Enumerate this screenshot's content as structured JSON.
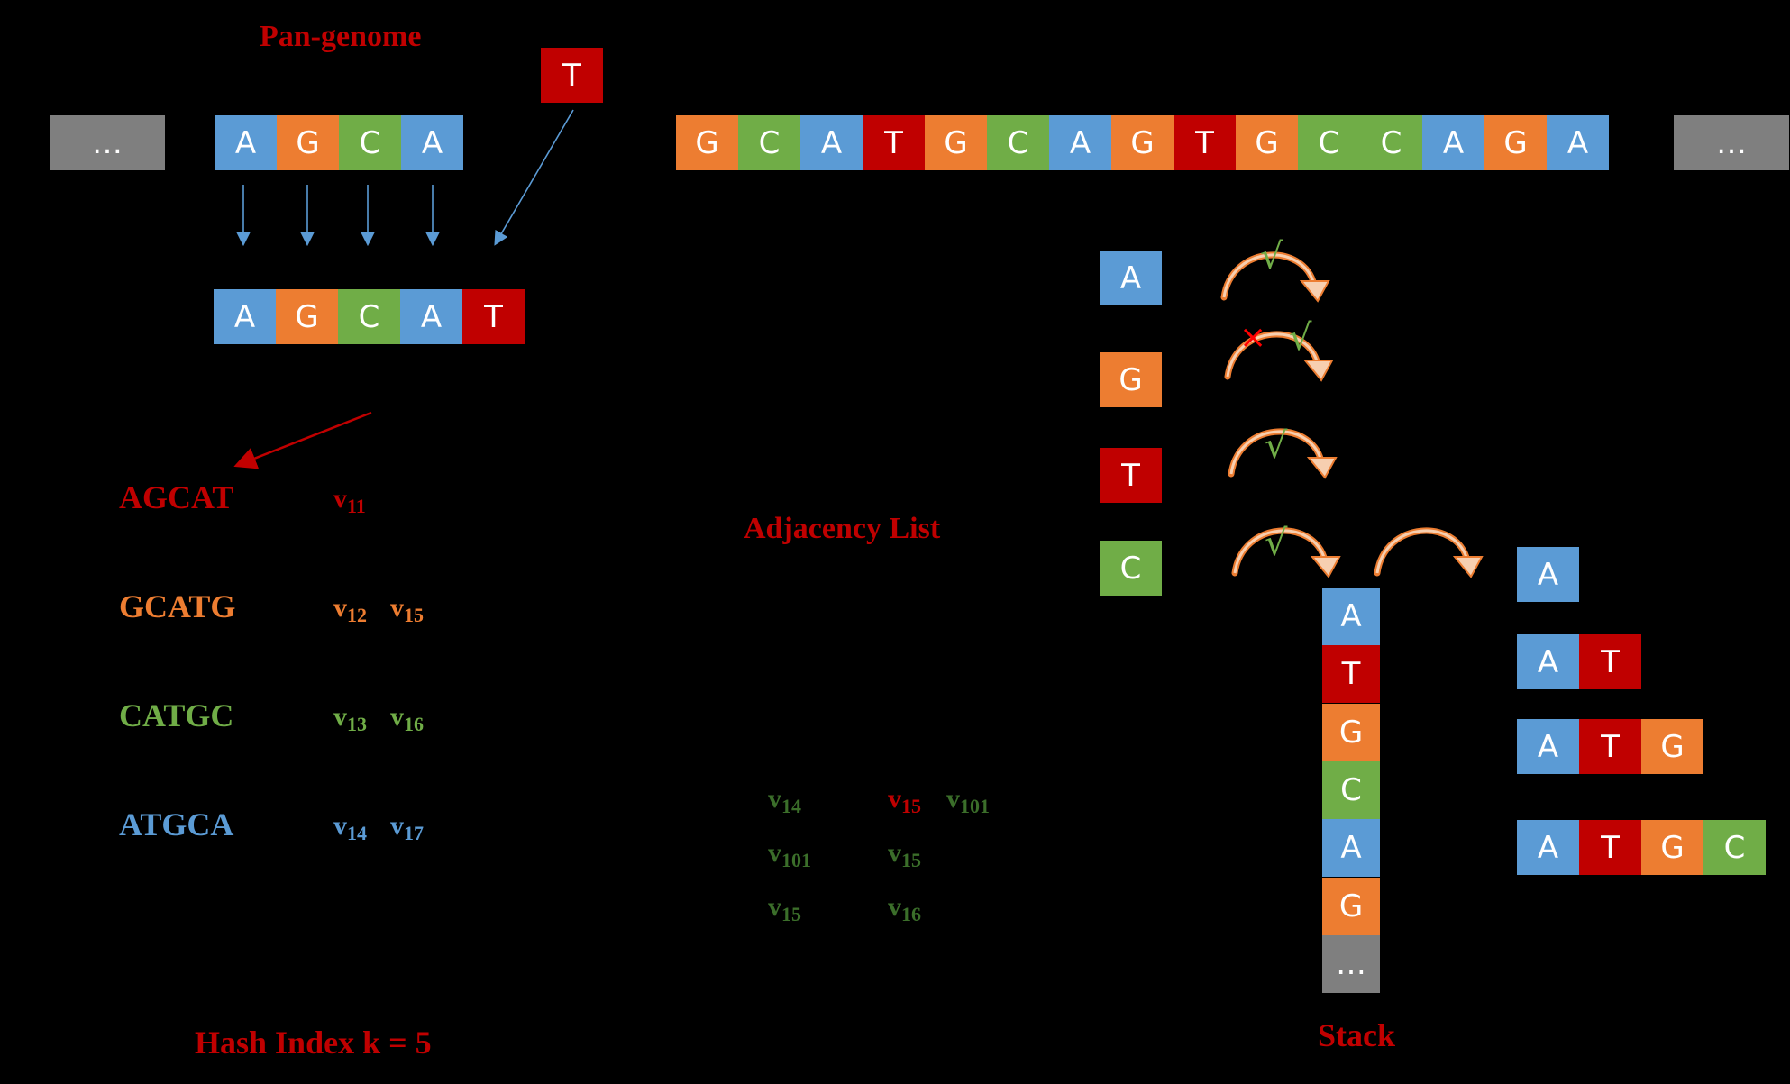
{
  "colors": {
    "A": "#5b9bd5",
    "G": "#ed7d31",
    "C": "#70ad47",
    "T": "#c00000",
    "ellipsis": "#7f7f7f",
    "title": "#c00000",
    "adj_green": "#3b6e2a"
  },
  "labels": {
    "pan_genome": "Pan-genome",
    "hash_index": "Hash Index k = 5",
    "adjacency_list": "Adjacency List",
    "stack": "Stack",
    "ellipsis": "…",
    "check": "√",
    "cross": "×"
  },
  "pan_genome": {
    "left_ellipsis": "…",
    "window": [
      "A",
      "G",
      "C",
      "A"
    ],
    "inserted": "T",
    "result": [
      "A",
      "G",
      "C",
      "A",
      "T"
    ],
    "sequence": [
      "G",
      "C",
      "A",
      "T",
      "G",
      "C",
      "A",
      "G",
      "T",
      "G",
      "C",
      "C",
      "A",
      "G",
      "A"
    ],
    "right_ellipsis": "…"
  },
  "hash_index": [
    {
      "kmer": "AGCAT",
      "base": "T",
      "nodes": [
        {
          "v": "v",
          "sub": "11"
        }
      ]
    },
    {
      "kmer": "GCATG",
      "base": "G",
      "nodes": [
        {
          "v": "v",
          "sub": "12"
        },
        {
          "v": "v",
          "sub": "15"
        }
      ]
    },
    {
      "kmer": "CATGC",
      "base": "C",
      "nodes": [
        {
          "v": "v",
          "sub": "13"
        },
        {
          "v": "v",
          "sub": "16"
        }
      ]
    },
    {
      "kmer": "ATGCA",
      "base": "A",
      "nodes": [
        {
          "v": "v",
          "sub": "14"
        },
        {
          "v": "v",
          "sub": "17"
        }
      ]
    }
  ],
  "adjacency": {
    "left": [
      {
        "v": "v",
        "sub": "14"
      },
      {
        "v": "v",
        "sub": "101"
      },
      {
        "v": "v",
        "sub": "15"
      }
    ],
    "right": [
      [
        {
          "v": "v",
          "sub": "15",
          "highlight": true
        },
        {
          "v": "v",
          "sub": "101"
        }
      ],
      [
        {
          "v": "v",
          "sub": "15"
        }
      ],
      [
        {
          "v": "v",
          "sub": "16"
        }
      ]
    ]
  },
  "candidates": [
    {
      "base": "A",
      "marks": [
        "check"
      ]
    },
    {
      "base": "G",
      "marks": [
        "cross",
        "check"
      ]
    },
    {
      "base": "T",
      "marks": [
        "check"
      ]
    },
    {
      "base": "C",
      "marks": [
        "check"
      ]
    }
  ],
  "stack": [
    "A",
    "T",
    "G",
    "C",
    "A",
    "G",
    "…"
  ],
  "paths": [
    [
      "A"
    ],
    [
      "A",
      "T"
    ],
    [
      "A",
      "T",
      "G"
    ],
    [
      "A",
      "T",
      "G",
      "C"
    ]
  ]
}
